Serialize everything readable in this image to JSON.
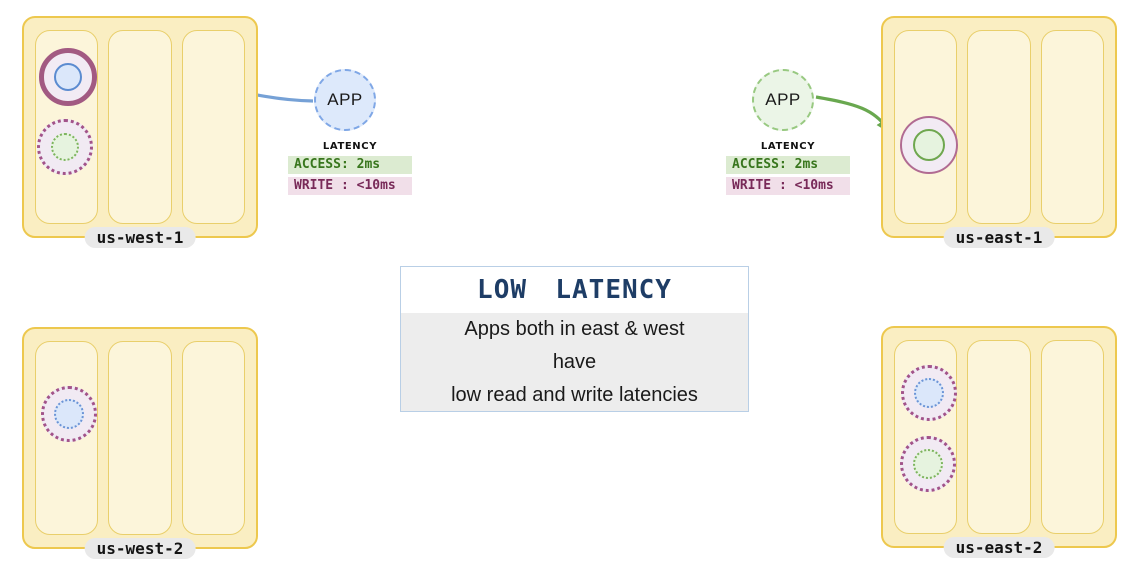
{
  "regions": [
    {
      "id": "us-west-1",
      "label": "us-west-1"
    },
    {
      "id": "us-east-1",
      "label": "us-east-1"
    },
    {
      "id": "us-west-2",
      "label": "us-west-2"
    },
    {
      "id": "us-east-2",
      "label": "us-east-2"
    }
  ],
  "apps": {
    "west": {
      "label": "APP"
    },
    "east": {
      "label": "APP"
    }
  },
  "latency": {
    "west": {
      "heading": "LATENCY",
      "access": "ACCESS: 2ms",
      "write": "WRITE : <10ms"
    },
    "east": {
      "heading": "LATENCY",
      "access": "ACCESS: 2ms",
      "write": "WRITE : <10ms"
    }
  },
  "callout": {
    "title": "LOW LATENCY",
    "lines": [
      "Apps both in east & west",
      "have",
      "low read and write latencies"
    ]
  },
  "colors": {
    "region_fill": "#faeec2",
    "region_border": "#edc84e",
    "zone_fill": "#fcf5da",
    "zone_border": "#e9cf6b",
    "app_west_fill": "#dde9fb",
    "app_west_border": "#7fa7e6",
    "app_east_fill": "#ebf5e7",
    "app_east_border": "#98c981",
    "arrow_west": "#76a1d6",
    "arrow_east": "#69a84f",
    "access_text": "#38761d",
    "access_bg": "#dcebd1",
    "write_text": "#782a58",
    "write_bg": "#f1dfe9",
    "callout_title": "#1e3d66",
    "replica_ring": "#a25a82",
    "replica_fill": "#f2ebf4",
    "primary_blue_border": "#5b8bd0",
    "primary_blue_fill": "#dbe7fa",
    "primary_green_border": "#6fa74f",
    "primary_green_fill": "#e6f3df"
  }
}
